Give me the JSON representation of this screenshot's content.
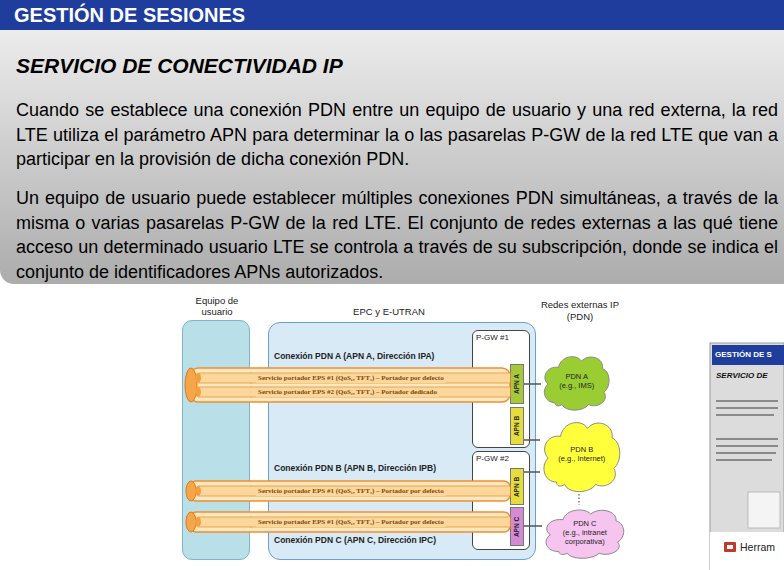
{
  "diagram": {
    "title": "GESTIÓN DE SESIONES",
    "nodes": [
      {
        "text": [
          "Equipo de usuario"
        ]
      },
      {
        "text": [
          "EPC y E-UTRAN"
        ]
      },
      {
        "text": [
          "P-GW #1"
        ],
        "in": 1
      },
      {
        "text": [
          "APN A"
        ],
        "in": 2
      },
      {
        "text": [
          "APN B"
        ],
        "in": 2
      },
      {
        "text": [
          "P-GW #2"
        ],
        "in": 1
      },
      {
        "text": [
          "APN B"
        ],
        "in": 5
      },
      {
        "text": [
          "APN C"
        ],
        "in": 5
      },
      {
        "text": [
          "PDN A",
          "(e.g., IMS)"
        ]
      },
      {
        "text": [
          "PDN B",
          "(e.g., Internet)"
        ]
      },
      {
        "text": [
          "PDN C",
          "(e.g., intranet corporativa)"
        ]
      }
    ],
    "edges": [
      {
        "from": 0,
        "to": 3,
        "arrow": "none",
        "label": "Servicio portador EPS #1 (QoS₁, TFT₁) – Portador por defecto"
      },
      {
        "from": 0,
        "to": 3,
        "arrow": "none",
        "label": "Servicio portador EPS #2 (QoS₂, TFT₂) – Portador dedicado"
      },
      {
        "from": 0,
        "to": 6,
        "arrow": "none",
        "label": "Servicio portador EPS #1 (QoS₁, TFT₁) – Portador por defecto"
      },
      {
        "from": 0,
        "to": 7,
        "arrow": "none",
        "label": "Servicio portador EPS #1 (QoS₁, TFT₁) – Portador por defecto"
      },
      {
        "from": 3,
        "to": 8,
        "arrow": "none"
      },
      {
        "from": 4,
        "to": 9,
        "arrow": "none"
      },
      {
        "from": 6,
        "to": 9,
        "arrow": "none"
      },
      {
        "from": 7,
        "to": 10,
        "arrow": "none"
      }
    ],
    "labels": [
      "SERVICIO DE CONECTIVIDAD IP",
      "Cuando se establece una conexión PDN entre un equipo de usuario y una red externa, la red LTE utiliza el parámetro APN para determinar la o las pasarelas P-GW de la red LTE que van a participar en la provisión de dicha conexión PDN.",
      "Un equipo de usuario puede establecer múltiples conexiones PDN simultáneas, a través de la misma o varias pasarelas P-GW de la red LTE. El conjunto de redes externas a las qué tiene acceso un determinado usuario LTE se controla a través de su subscripción, donde se indica el conjunto de identificadores APNs autorizados.",
      "Conexión PDN A (APN A, Dirección IPA)",
      "Conexión PDN B (APN B, Dirección IPB)",
      "Conexión PDN C (APN C, Dirección IPC)",
      "Redes externas IP (PDN)",
      "GESTIÓN DE S",
      "SERVICIO DE",
      "Herram"
    ]
  }
}
